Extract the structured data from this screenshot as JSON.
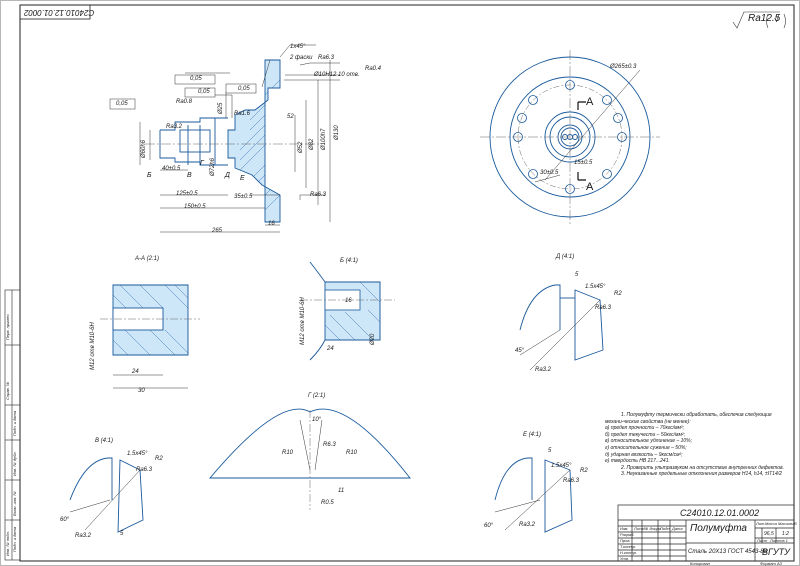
{
  "drawing": {
    "code_top": "С24010.12.01.0002",
    "code_title": "С24010.12.01.0002",
    "part_name": "Полумуфта",
    "material": "Сталь 20Х13 ГОСТ 4543-88",
    "org": "ВГУТУ",
    "mass": "96,5",
    "scale": "1:2",
    "sheet_label": "Лист",
    "sheets_label": "Листов 1",
    "copied": "Копировал",
    "format": "Формат A3",
    "general_roughness": "Ra12.5",
    "tb_headers": [
      "Лит.",
      "Масса",
      "Масштаб"
    ],
    "tb_rows": [
      "Изм.",
      "Лист",
      "№ докум.",
      "Подп.",
      "Дата"
    ],
    "tb_roles": [
      "Разраб.",
      "Пров.",
      "Т.контр.",
      "Н.контр.",
      "Утв."
    ]
  },
  "views": {
    "section_aa": "А-А (2:1)",
    "view_b": "Б (4:1)",
    "view_v": "В (4:1)",
    "view_g": "Г (2:1)",
    "view_d": "Д (4:1)",
    "view_e": "Е (4:1)",
    "cut_letter": "А"
  },
  "notes": [
    "1. Полумуфту термически обработать, обеспечив следующие",
    "механи-ческие свойства (не менее):",
    "а) предел прочности – 70кгс/мм²;",
    "б) предел текучести – 50кгс/мм²;",
    "в) относительное удлинение – 10%;",
    "г) относительное сужение – 50%;",
    "д) ударная вязкость – 9кгсм/см²;",
    "е) твердость НВ 217...241.",
    "2. Проверить ультразвуком на отсутствие внутренних дефектов.",
    "3. Неуказанные предельные отклонения размеров Н14, h14, ±IT14/2"
  ],
  "dims": {
    "d_main": [
      "Ø130",
      "Ø100h7",
      "Ø82",
      "Ø52",
      "Ø60h6",
      "Ø72h6",
      "Ø25",
      "Ø20",
      "Ø8",
      "Ø265±0.3"
    ],
    "lengths": [
      "265",
      "150±0.5",
      "125±0.5",
      "40±0.5",
      "35±0.5",
      "16",
      "52",
      "10",
      "15±0.5",
      "30±0.5"
    ],
    "roughness": [
      "Ra6.3",
      "Ra0.8",
      "Ra1.6",
      "Ra3.2",
      "Ra0.4"
    ],
    "chamfer": [
      "1x45°",
      "1.5x45°",
      "2 фаски"
    ],
    "holes": "Ø10H12 10 отв.",
    "tolerances": [
      "0,05",
      "0,05",
      "0,05",
      "0,05"
    ],
    "datums": [
      "Б",
      "В",
      "Г",
      "Д",
      "Е"
    ],
    "thread": "М12 отв М10-6Н",
    "radii": [
      "R2",
      "R10",
      "R6.3",
      "R0.5"
    ],
    "angles": [
      "45°",
      "60°",
      "10°"
    ],
    "detail_lengths": [
      "24",
      "30",
      "16",
      "24",
      "5",
      "11"
    ]
  },
  "side_stamps": [
    "Перв. примен.",
    "Справ. №",
    "Подп. и дата",
    "Инв. № дубл.",
    "Взам. инв. №",
    "Подп. и дата",
    "Инв. № подл."
  ]
}
